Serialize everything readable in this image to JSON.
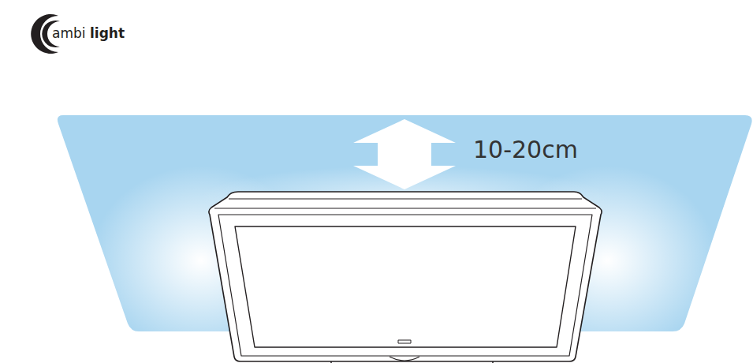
{
  "diagram": {
    "labels": [
      "ambi",
      "light",
      "10-20cm"
    ]
  }
}
